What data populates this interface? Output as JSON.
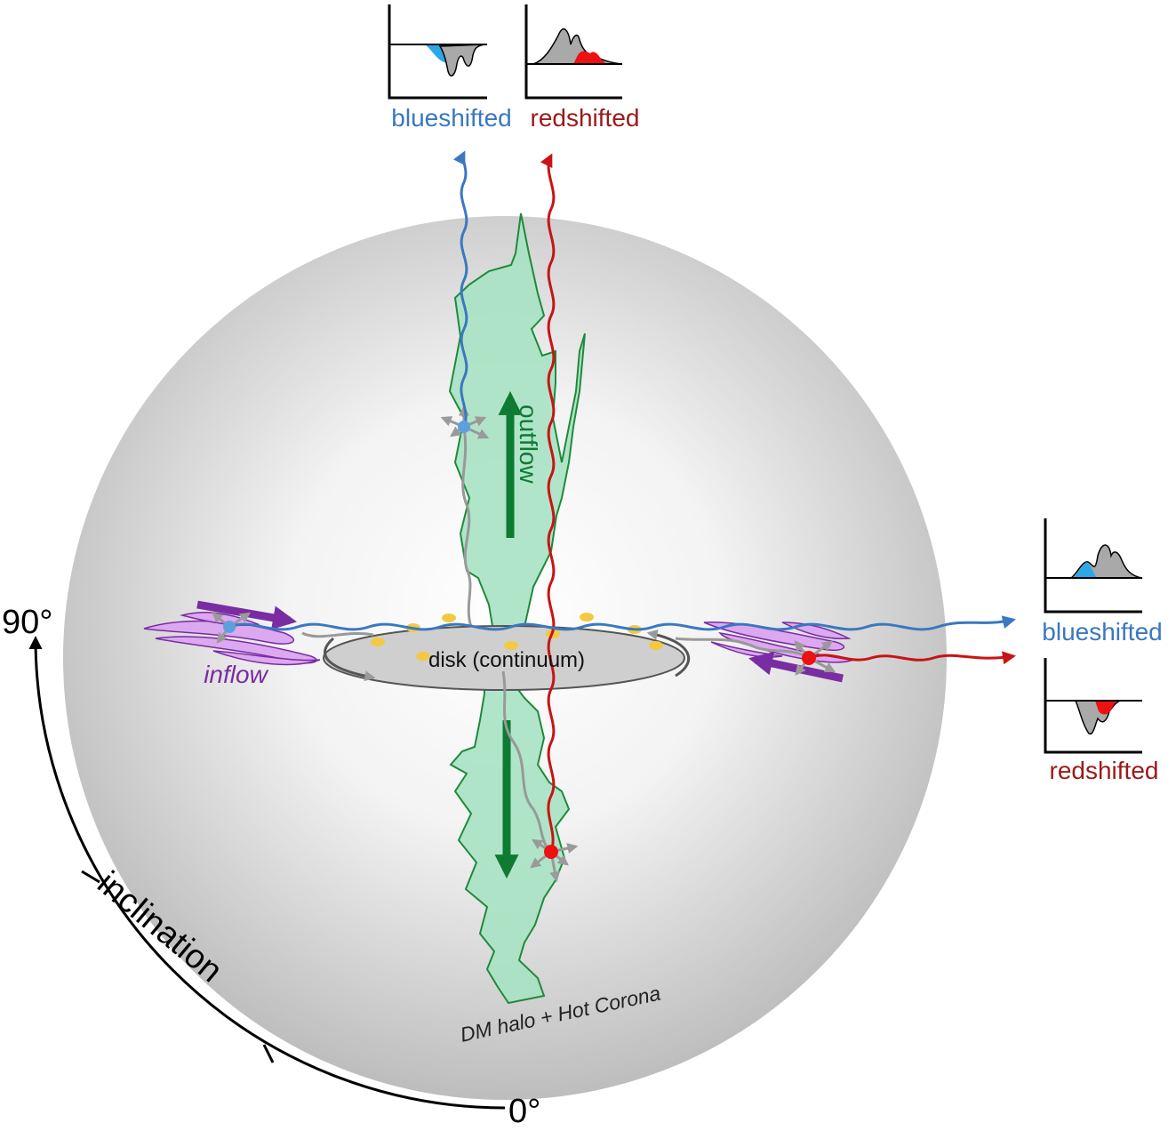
{
  "labels": {
    "blueshifted": "blueshifted",
    "redshifted": "redshifted",
    "outflow": "outflow",
    "inflow": "inflow",
    "disk": "disk (continuum)",
    "halo": "DM halo + Hot Corona",
    "inclination": "inclination",
    "deg90": "90°",
    "deg0": "0°"
  },
  "colors": {
    "blue": "#3a78c0",
    "red": "#c81414",
    "green_fill": "#a8e2c4",
    "green_stroke": "#1f8a3c",
    "green_arrow": "#0e7a32",
    "purple": "#7a2ca3",
    "purple_fill": "#dca8f0",
    "gray_ray": "#999999",
    "disk_fill": "#cfcfcf",
    "disk_dots": "#f4c842",
    "spectrum_blue": "#2aa8e8",
    "spectrum_red": "#ee1111",
    "spectrum_gray": "#a9a9a9"
  }
}
